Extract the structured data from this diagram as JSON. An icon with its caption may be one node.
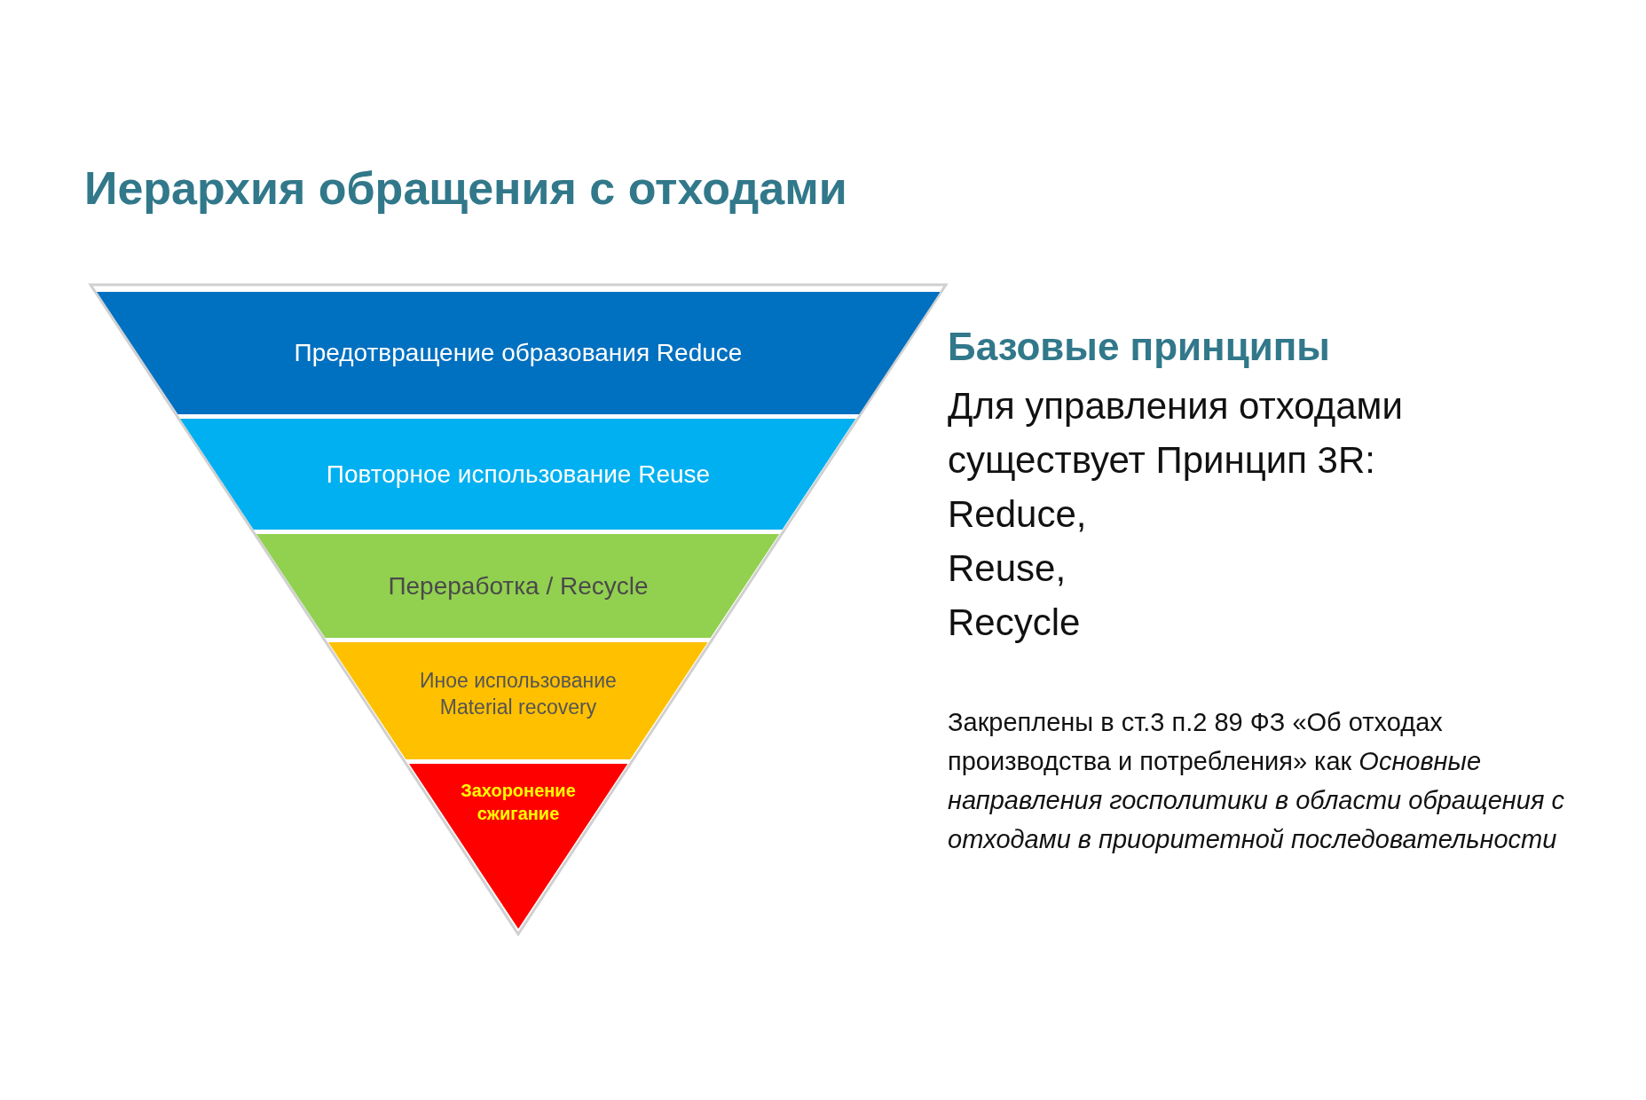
{
  "diagram": {
    "title": "Иерархия обращения с отходами",
    "nodes": [
      {
        "text": [
          "Предотвращение образования Reduce"
        ]
      },
      {
        "text": [
          "Повторное использование Reuse"
        ]
      },
      {
        "text": [
          "Переработка / Recycle"
        ]
      },
      {
        "text": [
          "Иное использование Material recovery"
        ]
      },
      {
        "text": [
          "Захоронение сжигание"
        ]
      }
    ],
    "labels": [
      "Базовые принципы",
      "Для управления отходами существует Принцип 3R:",
      "Reduce,",
      "Reuse,",
      "Recycle",
      "Закреплены в ст.3 п.2 89 ФЗ «Об отходах производства и потребления» как *Основные направления госполитики в области обращения с отходами в приоритетной последовательности*"
    ]
  }
}
